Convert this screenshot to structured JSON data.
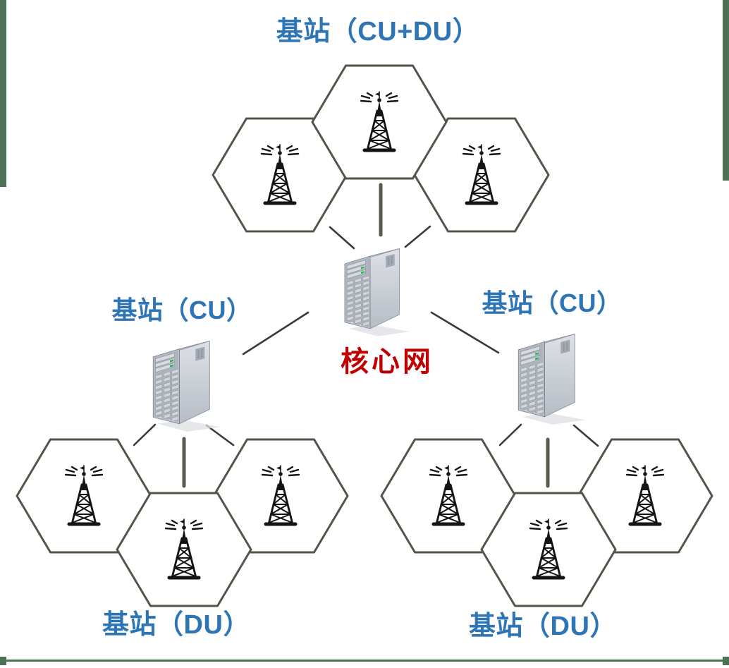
{
  "diagram": {
    "labels": {
      "top_station": "基站（CU+DU）",
      "left_cu_station": "基站（CU）",
      "right_cu_station": "基站（CU）",
      "core_network": "核心网",
      "left_du_station": "基站（DU）",
      "right_du_station": "基站（DU）"
    },
    "nodes": [
      {
        "id": "top-station",
        "label": "基站（CU+DU）",
        "type": "base-station",
        "units": "CU+DU",
        "cells": 3,
        "icon": "radio-tower-icon"
      },
      {
        "id": "core",
        "label": "核心网",
        "type": "core-network",
        "icon": "server-tower-icon"
      },
      {
        "id": "left-cu",
        "label": "基站（CU）",
        "type": "base-station",
        "units": "CU",
        "icon": "server-tower-icon"
      },
      {
        "id": "right-cu",
        "label": "基站（CU）",
        "type": "base-station",
        "units": "CU",
        "icon": "server-tower-icon"
      },
      {
        "id": "left-du",
        "label": "基站（DU）",
        "type": "base-station",
        "units": "DU",
        "cells": 3,
        "icon": "radio-tower-icon"
      },
      {
        "id": "right-du",
        "label": "基站（DU）",
        "type": "base-station",
        "units": "DU",
        "cells": 3,
        "icon": "radio-tower-icon"
      }
    ],
    "connections": [
      [
        "top-station",
        "core"
      ],
      [
        "core",
        "left-cu"
      ],
      [
        "core",
        "right-cu"
      ],
      [
        "left-cu",
        "left-du"
      ],
      [
        "right-cu",
        "right-du"
      ]
    ],
    "colors": {
      "station_label": "#2E75B6",
      "core_label": "#C00000",
      "hexagon_border": "#55544A",
      "connector_line": "#3C3A33",
      "page_border_accent": "#4C7355",
      "server_led_green": "#2FB457"
    }
  }
}
